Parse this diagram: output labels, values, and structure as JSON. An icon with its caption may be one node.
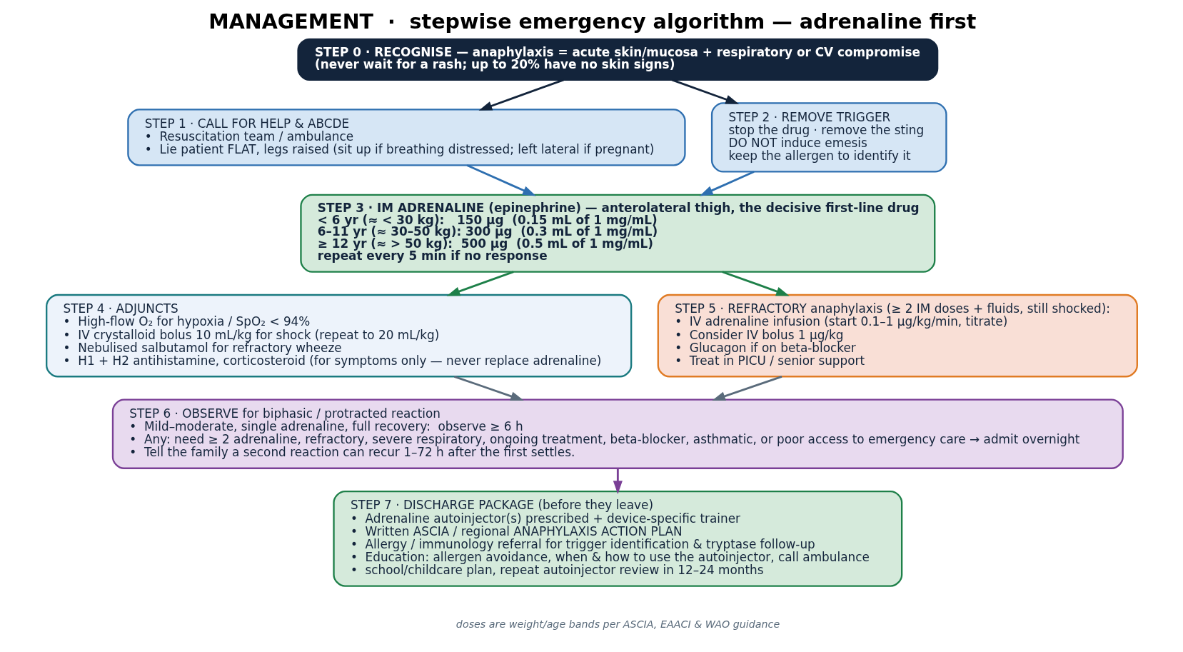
{
  "diagram": {
    "title": "MANAGEMENT  ·  stepwise emergency algorithm — adrenaline first",
    "caption": "doses are weight/age bands per ASCIA, EAACI & WAO guidance",
    "nodes": [
      {
        "text": [
          "STEP 0 · RECOGNISE — anaphylaxis = acute skin/mucosa + respiratory or CV compromise",
          "(never wait for a rash; up to 20% have no skin signs)"
        ]
      },
      {
        "text": [
          "STEP 1 · CALL FOR HELP & ABCDE",
          "•  Resuscitation team / ambulance",
          "•  Lie patient FLAT, legs raised (sit up if breathing distressed; left lateral if pregnant)"
        ]
      },
      {
        "text": [
          "STEP 2 · REMOVE TRIGGER",
          "stop the drug · remove the sting",
          "DO NOT induce emesis",
          "keep the allergen to identify it"
        ]
      },
      {
        "text": [
          "STEP 3 · IM ADRENALINE (epinephrine) — anterolateral thigh, the decisive first-line drug",
          "< 6 yr (≈ < 30 kg):   150 µg  (0.15 mL of 1 mg/mL)",
          "6–11 yr (≈ 30–50 kg): 300 µg  (0.3 mL of 1 mg/mL)",
          "≥ 12 yr (≈ > 50 kg):  500 µg  (0.5 mL of 1 mg/mL)",
          "repeat every 5 min if no response"
        ]
      },
      {
        "text": [
          "STEP 4 · ADJUNCTS",
          "•  High-flow O₂ for hypoxia / SpO₂ < 94%",
          "•  IV crystalloid bolus 10 mL/kg for shock (repeat to 20 mL/kg)",
          "•  Nebulised salbutamol for refractory wheeze",
          "•  H1 + H2 antihistamine, corticosteroid (for symptoms only — never replace adrenaline)"
        ]
      },
      {
        "text": [
          "STEP 5 · REFRACTORY anaphylaxis (≥ 2 IM doses + fluids, still shocked):",
          "•  IV adrenaline infusion (start 0.1–1 µg/kg/min, titrate)",
          "•  Consider IV bolus 1 µg/kg",
          "•  Glucagon if on beta-blocker",
          "•  Treat in PICU / senior support"
        ]
      },
      {
        "text": [
          "STEP 6 · OBSERVE for biphasic / protracted reaction",
          "•  Mild–moderate, single adrenaline, full recovery:  observe ≥ 6 h",
          "•  Any: need ≥ 2 adrenaline, refractory, severe respiratory, ongoing treatment, beta-blocker, asthmatic, or poor access to emergency care → admit overnight",
          "•  Tell the family a second reaction can recur 1–72 h after the first settles."
        ]
      },
      {
        "text": [
          "STEP 7 · DISCHARGE PACKAGE (before they leave)",
          "•  Adrenaline autoinjector(s) prescribed + device-specific trainer",
          "•  Written ASCIA / regional ANAPHYLAXIS ACTION PLAN",
          "•  Allergy / immunology referral for trigger identification & tryptase follow-up",
          "•  Education: allergen avoidance, when & how to use the autoinjector, call ambulance",
          "•  school/childcare plan, repeat autoinjector review in 12–24 months"
        ]
      }
    ],
    "edges": [
      {
        "from": 0,
        "to": 1,
        "arrow": "to",
        "color": "#13243b"
      },
      {
        "from": 0,
        "to": 2,
        "arrow": "to",
        "color": "#13243b"
      },
      {
        "from": 1,
        "to": 3,
        "arrow": "to",
        "color": "#2e6fb0"
      },
      {
        "from": 2,
        "to": 3,
        "arrow": "to",
        "color": "#2e6fb0"
      },
      {
        "from": 3,
        "to": 4,
        "arrow": "to",
        "color": "#1e8049"
      },
      {
        "from": 3,
        "to": 5,
        "arrow": "to",
        "color": "#1e8049"
      },
      {
        "from": 4,
        "to": 6,
        "arrow": "to",
        "color": "#5a6b7b"
      },
      {
        "from": 5,
        "to": 6,
        "arrow": "to",
        "color": "#5a6b7b"
      },
      {
        "from": 6,
        "to": 7,
        "arrow": "to",
        "color": "#7a3f96"
      }
    ]
  }
}
